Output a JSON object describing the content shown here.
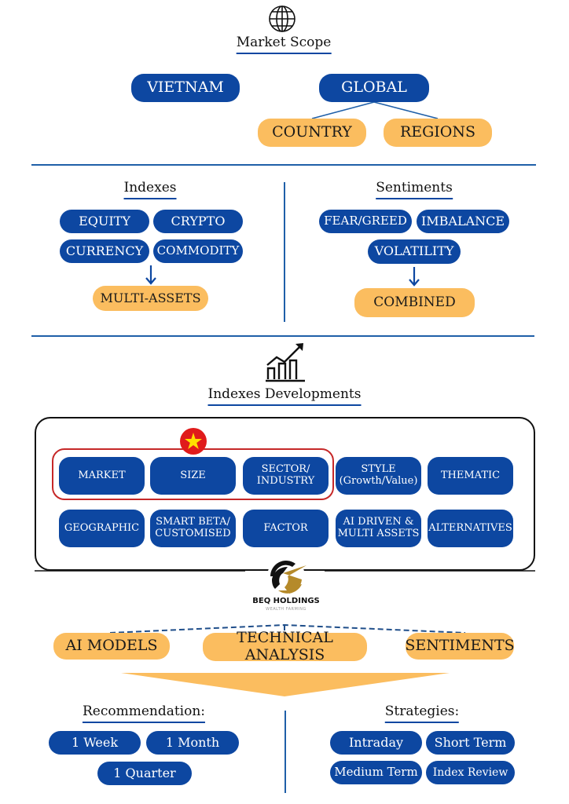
{
  "market_scope": {
    "title": "Market Scope",
    "vietnam": "VIETNAM",
    "global": "GLOBAL",
    "country": "COUNTRY",
    "regions": "REGIONS"
  },
  "indexes": {
    "title": "Indexes",
    "items": [
      "EQUITY",
      "CRYPTO",
      "CURRENCY",
      "COMMODITY"
    ],
    "result": "MULTI-ASSETS"
  },
  "sentiments": {
    "title": "Sentiments",
    "items": [
      "FEAR/GREED",
      "IMBALANCE",
      "VOLATILITY"
    ],
    "result": "COMBINED"
  },
  "developments": {
    "title": "Indexes Developments",
    "row1": [
      "MARKET",
      "SIZE",
      "SECTOR/\nINDUSTRY",
      "STYLE\n(Growth/Value)",
      "THEMATIC"
    ],
    "row2": [
      "GEOGRAPHIC",
      "SMART BETA/\nCUSTOMISED",
      "FACTOR",
      "AI DRIVEN &\nMULTI ASSETS",
      "ALTERNATIVES"
    ]
  },
  "logo": {
    "name": "BEQ HOLDINGS",
    "tagline": "WEALTH FARMING"
  },
  "methods": [
    "AI MODELS",
    "TECHNICAL ANALYSIS",
    "SENTIMENTS"
  ],
  "recommendation": {
    "title": "Recommendation:",
    "items": [
      "1 Week",
      "1 Month",
      "1 Quarter"
    ]
  },
  "strategies": {
    "title": "Strategies:",
    "items": [
      "Intraday",
      "Short Term",
      "Medium Term",
      "Index Review"
    ]
  },
  "colors": {
    "blue": "#0d47a1",
    "orange": "#fbbd5f",
    "red": "#d32f2f"
  }
}
